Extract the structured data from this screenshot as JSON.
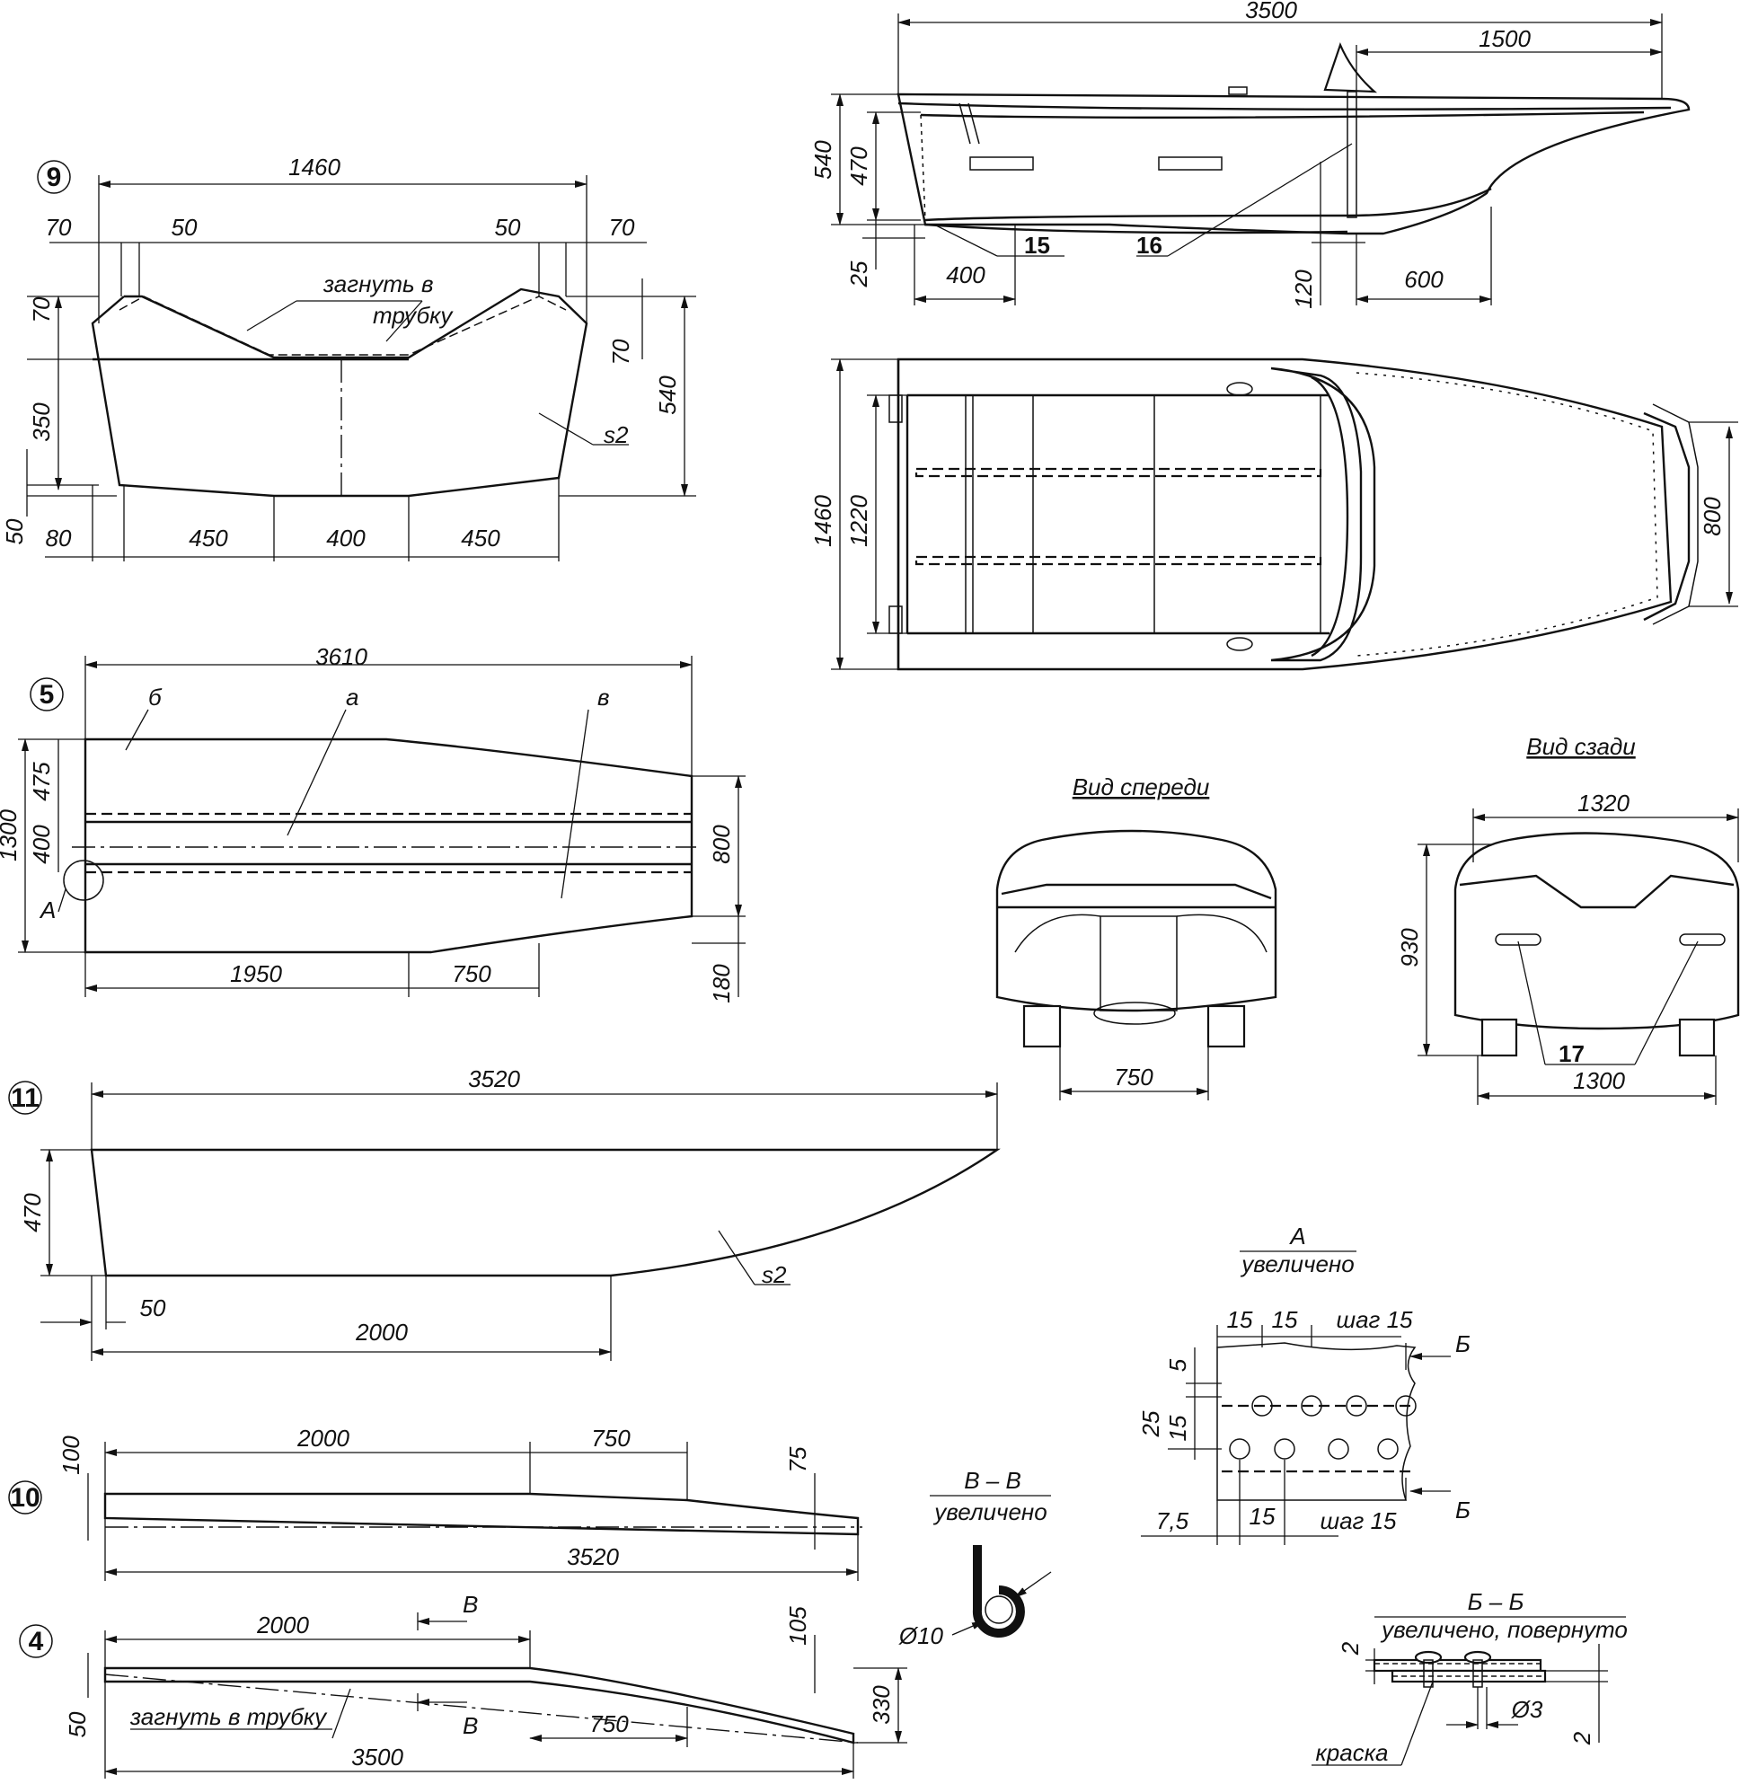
{
  "fig9": {
    "number": "9",
    "dims": {
      "total": "1460",
      "d70a": "70",
      "d50a": "50",
      "d50b": "50",
      "d70b": "70",
      "h70": "70",
      "h350": "350",
      "h50": "50",
      "h70r": "70",
      "h540": "540",
      "b80": "80",
      "b450a": "450",
      "b400": "400",
      "b450b": "450"
    },
    "note1": "загнуть в",
    "note2": "трубку",
    "thickness": "s2"
  },
  "fig5": {
    "number": "5",
    "dims": {
      "total": "3610",
      "h1300": "1300",
      "h475": "475",
      "h400": "400",
      "h800": "800",
      "h180": "180",
      "b1950": "1950",
      "b750": "750"
    },
    "label_b": "б",
    "label_a": "а",
    "label_v": "в",
    "label_A": "А"
  },
  "fig11": {
    "number": "11",
    "dims": {
      "total": "3520",
      "h470": "470",
      "b50": "50",
      "b2000": "2000"
    },
    "thickness": "s2"
  },
  "fig10": {
    "number": "10",
    "dims": {
      "h100": "100",
      "d2000": "2000",
      "d750": "750",
      "h75": "75",
      "total": "3520"
    }
  },
  "fig4": {
    "number": "4",
    "dims": {
      "d2000": "2000",
      "h105": "105",
      "h330": "330",
      "h50": "50",
      "d750": "750",
      "total": "3500"
    },
    "note": "загнуть в трубку",
    "section": "В"
  },
  "side": {
    "dims": {
      "total": "3500",
      "d1500": "1500",
      "h540": "540",
      "h470": "470",
      "h25": "25",
      "b400": "400",
      "h120": "120",
      "b600": "600"
    },
    "callout15": "15",
    "callout16": "16"
  },
  "top": {
    "dims": {
      "h1460": "1460",
      "h1220": "1220",
      "h800": "800"
    }
  },
  "front": {
    "title": "Вид спереди",
    "dims": {
      "w750": "750"
    }
  },
  "rear": {
    "title": "Вид сзади",
    "dims": {
      "w1320": "1320",
      "h930": "930",
      "w1300": "1300"
    },
    "callout17": "17"
  },
  "detailVV": {
    "title": "В – В",
    "subtitle": "увеличено",
    "dia": "Ø10"
  },
  "detailA": {
    "title": "А",
    "subtitle": "увеличено",
    "dims": {
      "t15a": "15",
      "t15b": "15",
      "step1": "шаг 15",
      "h5": "5",
      "h25": "25",
      "h15": "15",
      "b7_5": "7,5",
      "b15": "15",
      "step2": "шаг 15"
    },
    "cut": "Б"
  },
  "detailBB": {
    "title": "Б – Б",
    "subtitle": "увеличено, повернуто",
    "h2a": "2",
    "dia": "Ø3",
    "h2b": "2",
    "paint": "краска"
  }
}
